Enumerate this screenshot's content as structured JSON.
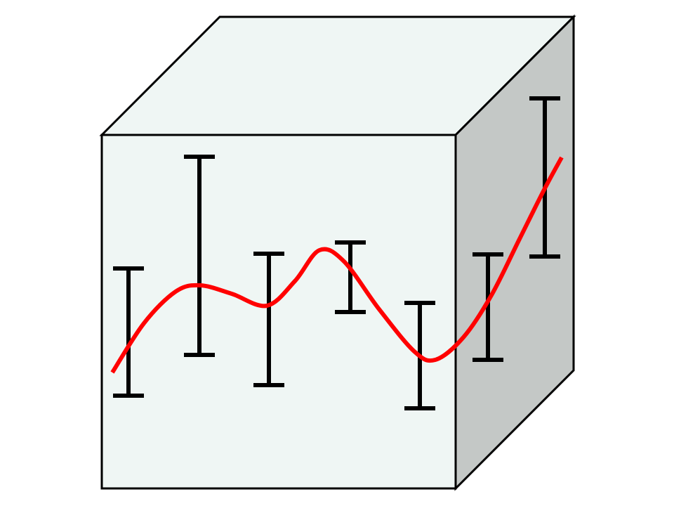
{
  "colors": {
    "background": "#ffffff",
    "cube_front": "#eff6f4",
    "cube_top": "#eff6f4",
    "cube_side": "#c4c8c6",
    "edge": "#000000",
    "curve": "#ff0000",
    "error_bar": "#000000"
  },
  "error_bars": [
    {
      "center": 0.35,
      "lower": -0.12,
      "upper": 0.82
    },
    {
      "center": 0.8,
      "lower": 0.62,
      "upper": 1.38
    },
    {
      "center": 0.6,
      "lower": 0.1,
      "upper": 0.98
    },
    {
      "center": 0.98,
      "lower": 0.84,
      "upper": 1.04
    },
    {
      "center": 0.45,
      "lower": 0.0,
      "upper": 0.4
    },
    {
      "center": 0.62,
      "lower": 0.42,
      "upper": 0.82
    },
    {
      "center": 1.3,
      "lower": 1.06,
      "upper": 1.55
    }
  ],
  "curve": [
    [
      0.0,
      0.42
    ],
    [
      0.5,
      0.64
    ],
    [
      1.0,
      0.75
    ],
    [
      1.5,
      0.78
    ],
    [
      2.0,
      0.74
    ],
    [
      2.5,
      0.72
    ],
    [
      3.0,
      0.9
    ],
    [
      3.2,
      0.92
    ],
    [
      3.5,
      0.85
    ],
    [
      4.0,
      0.6
    ],
    [
      4.5,
      0.48
    ],
    [
      5.0,
      0.55
    ],
    [
      5.5,
      0.62
    ],
    [
      6.0,
      0.78
    ],
    [
      6.5,
      1.0
    ],
    [
      7.0,
      1.22
    ],
    [
      7.3,
      1.3
    ]
  ]
}
